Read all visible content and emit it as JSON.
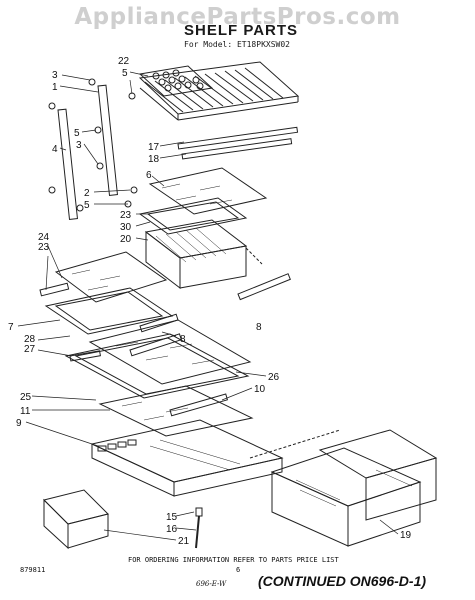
{
  "watermark": "AppliancePartsPros.com",
  "title": "SHELF PARTS",
  "model": "For Model: ET18PKXSW02",
  "footer_note": "FOR ORDERING INFORMATION REFER TO PARTS PRICE LIST",
  "page_number": "6",
  "doc_number": "879811",
  "continued": "(CONTINUED ON696-D-1)",
  "handwritten": "696-E-W",
  "callouts": [
    "3",
    "1",
    "22",
    "5",
    "4",
    "5",
    "3",
    "17",
    "18",
    "6",
    "2",
    "5",
    "23",
    "30",
    "20",
    "24",
    "23",
    "7",
    "28",
    "27",
    "8",
    "26",
    "8",
    "10",
    "25",
    "11",
    "9",
    "15",
    "16",
    "21",
    "19"
  ]
}
